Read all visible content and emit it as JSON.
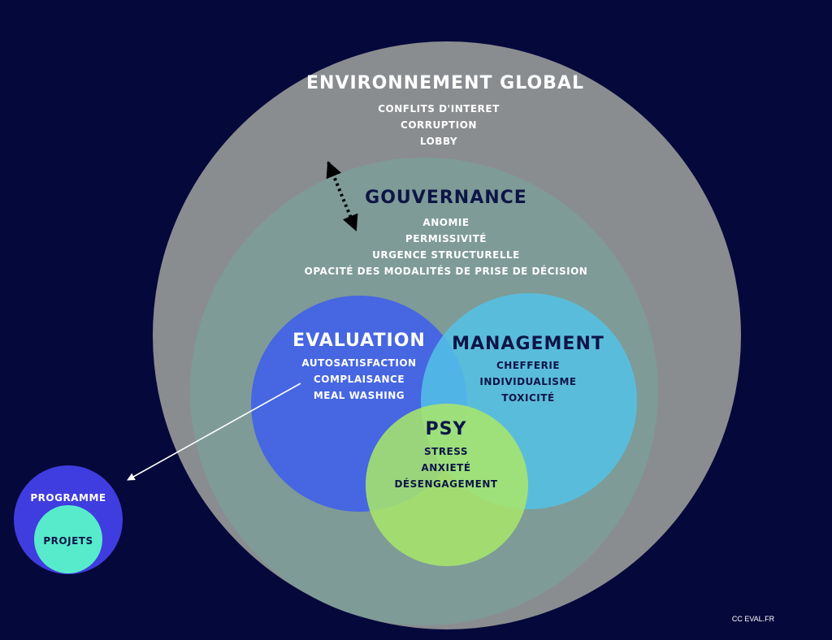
{
  "colors": {
    "background": "#05083a",
    "environnement": "#8a8d90",
    "gouvernance": "#7e9b97",
    "evaluation": "#4666e2",
    "management": "#53c2e6",
    "psy": "#a7e56c",
    "programme": "#3f3ce0",
    "projets": "#57ebcc",
    "text_light": "#ffffff",
    "text_dark": "#0d1547"
  },
  "environnement": {
    "title": "ENVIRONNEMENT GLOBAL",
    "items": [
      "CONFLITS D'INTERET",
      "CORRUPTION",
      "LOBBY"
    ]
  },
  "gouvernance": {
    "title": "GOUVERNANCE",
    "items": [
      "ANOMIE",
      "PERMISSIVITÉ",
      "URGENCE STRUCTURELLE",
      "OPACITÉ DES MODALITÉS DE PRISE DE DÉCISION"
    ]
  },
  "evaluation": {
    "title": "EVALUATION",
    "items": [
      "AUTOSATISFACTION",
      "COMPLAISANCE",
      "MEAL WASHING"
    ]
  },
  "management": {
    "title": "MANAGEMENT",
    "items": [
      "CHEFFERIE",
      "INDIVIDUALISME",
      "TOXICITÉ"
    ]
  },
  "psy": {
    "title": "PSY",
    "items": [
      "STRESS",
      "ANXIETÉ",
      "DÉSENGAGEMENT"
    ]
  },
  "programme": {
    "label": "PROGRAMME"
  },
  "projets": {
    "label": "PROJETS"
  },
  "credit": "CC EVAL.FR"
}
